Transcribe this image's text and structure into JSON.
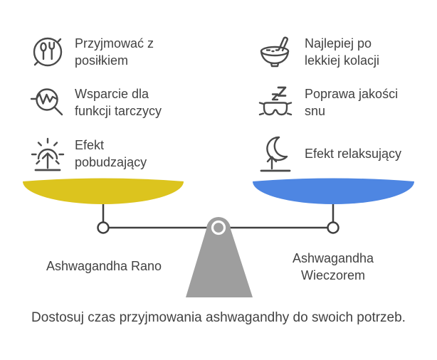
{
  "left_panel": {
    "pan_label": "Ashwagandha Rano",
    "items": [
      {
        "icon": "meal-plate-cutlery-icon",
        "label": "Przyjmować z\nposiłkiem"
      },
      {
        "icon": "magnifier-pulse-icon",
        "label": "Wsparcie dla\nfunkcji tarczycy"
      },
      {
        "icon": "sunrise-arrow-icon",
        "label": "Efekt\npobudzający"
      }
    ]
  },
  "right_panel": {
    "pan_label": "Ashwagandha\nWieczorem",
    "items": [
      {
        "icon": "porridge-bowl-spoon-icon",
        "label": "Najlepiej po\nlekkiej kolacji"
      },
      {
        "icon": "sleep-mask-zzz-icon",
        "label": "Poprawa jakości\nsnu"
      },
      {
        "icon": "moon-arrow-icon",
        "label": "Efekt relaksujący"
      }
    ]
  },
  "caption": "Dostosuj czas przyjmowania ashwagandhy do swoich potrzeb.",
  "colors": {
    "left_pan": "#DCC41E",
    "right_pan": "#4E86E2",
    "fulcrum": "#9E9E9E",
    "line": "#3F3F3F",
    "text": "#424242",
    "icon_stroke": "#4A4A4A"
  }
}
